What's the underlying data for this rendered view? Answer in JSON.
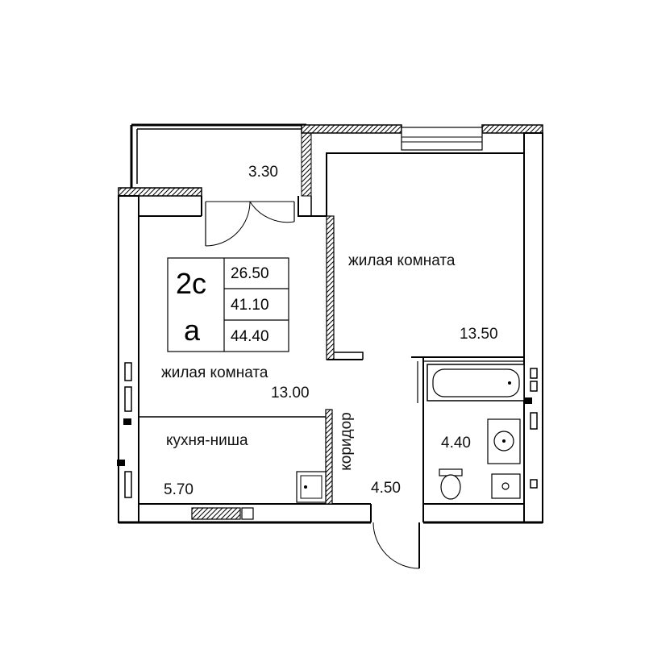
{
  "colors": {
    "wall": "#000000",
    "hatch": "#d9d9d9",
    "background": "#ffffff"
  },
  "apartment": {
    "type_code": "2с",
    "type_letter": "а",
    "area_living": "26.50",
    "area_total": "41.10",
    "area_with_balcony": "44.40"
  },
  "rooms": {
    "balcony_area": "3.30",
    "room1_label": "жилая комната",
    "room1_area": "13.50",
    "room2_label": "жилая комната",
    "room2_area": "13.00",
    "bathroom_area": "4.40",
    "kitchen_label": "кухня-ниша",
    "kitchen_area": "5.70",
    "corridor_label": "коридор",
    "corridor_area": "4.50"
  }
}
